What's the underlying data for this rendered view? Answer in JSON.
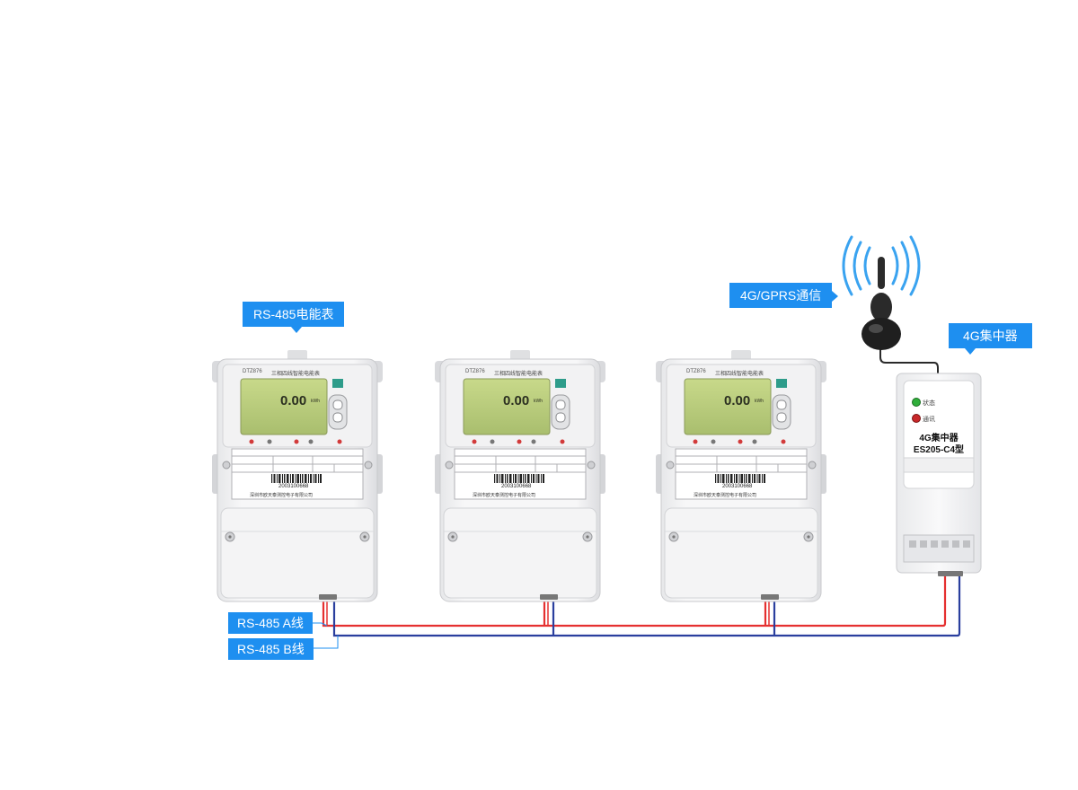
{
  "labels": {
    "meter": "RS-485电能表",
    "comm": "4G/GPRS通信",
    "concentrator": "4G集中器",
    "bus_a": "RS-485 A线",
    "bus_b": "RS-485 B线"
  },
  "meter_face": {
    "model": "DTZ876",
    "title": "三相四线智能电能表",
    "reading": "0.00",
    "unit": "kWh",
    "serial": "2003100668",
    "maker": "深圳市欧天泰测控电子有限公司"
  },
  "concentrator_device": {
    "name": "4G集中器",
    "model": "ES205-C4型",
    "status_label": "状态",
    "comm_label": "通讯"
  },
  "colors": {
    "callout": "#1e8ff0",
    "wire_a": "#e53030",
    "wire_b": "#2a3f9e",
    "status_led": "#2fae3a",
    "comm_led": "#c8282a"
  }
}
